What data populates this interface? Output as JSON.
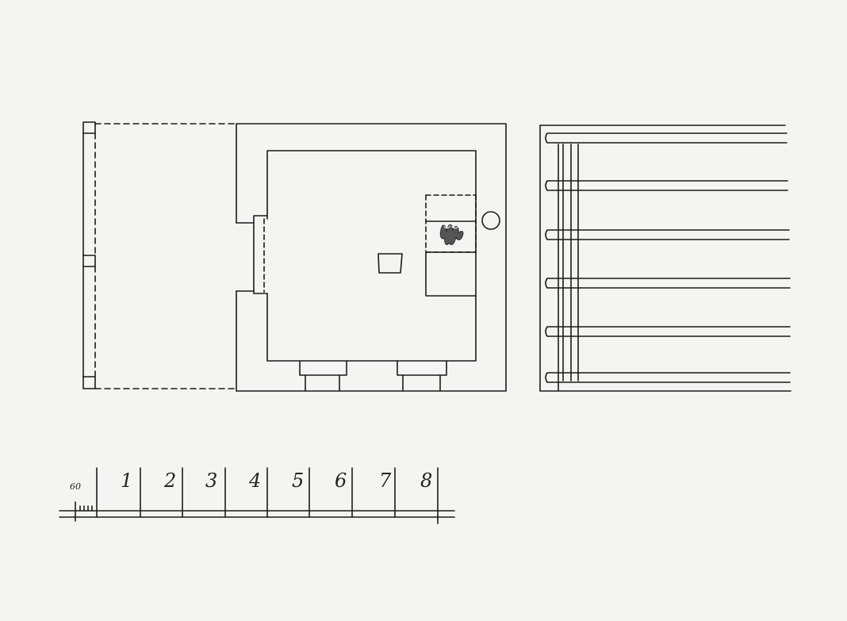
{
  "scale_bar": {
    "subdivision_label": "60",
    "labels": [
      "1",
      "2",
      "3",
      "4",
      "5",
      "6",
      "7",
      "8"
    ]
  },
  "colors": {
    "paper": "#f4f4f2",
    "ink": "#1a1a1a",
    "fire": "#555555"
  },
  "icons": {
    "hearth": "fire-icon",
    "chimney": "circle"
  }
}
